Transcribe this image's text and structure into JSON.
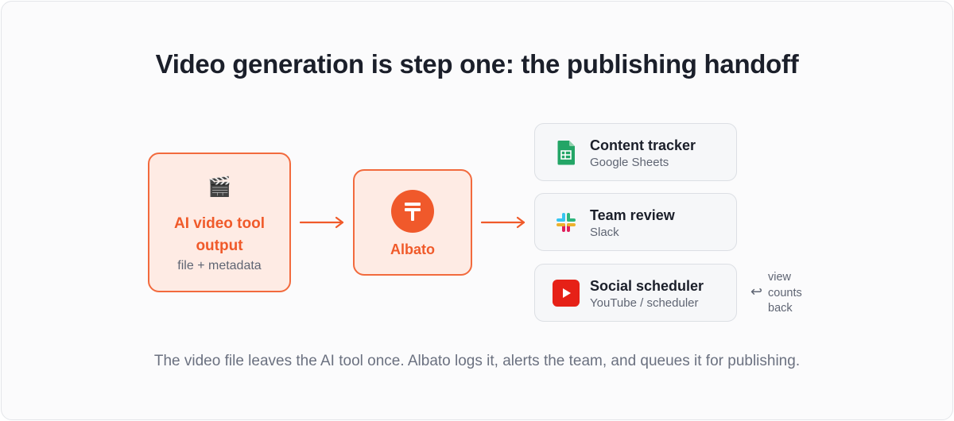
{
  "title": "Video generation is step one: the publishing handoff",
  "source": {
    "icon": "clapperboard-icon",
    "icon_glyph": "🎬",
    "title": "AI video tool output",
    "subtitle": "file + metadata"
  },
  "hub": {
    "icon": "albato-logo-icon",
    "label": "Albato"
  },
  "destinations": [
    {
      "title": "Content tracker",
      "subtitle": "Google Sheets",
      "icon": "google-sheets-icon"
    },
    {
      "title": "Team review",
      "subtitle": "Slack",
      "icon": "slack-icon"
    },
    {
      "title": "Social scheduler",
      "subtitle": "YouTube / scheduler",
      "icon": "youtube-icon"
    }
  ],
  "feedback": {
    "arrow_glyph": "↩",
    "label": "view counts back"
  },
  "caption": "The video file leaves the AI tool once. Albato logs it, alerts the team, and queues it for publishing.",
  "colors": {
    "accent": "#f05a2a",
    "accent_fill": "#feebe4",
    "text_dark": "#1b1f2a",
    "text_muted": "#5f6573"
  }
}
